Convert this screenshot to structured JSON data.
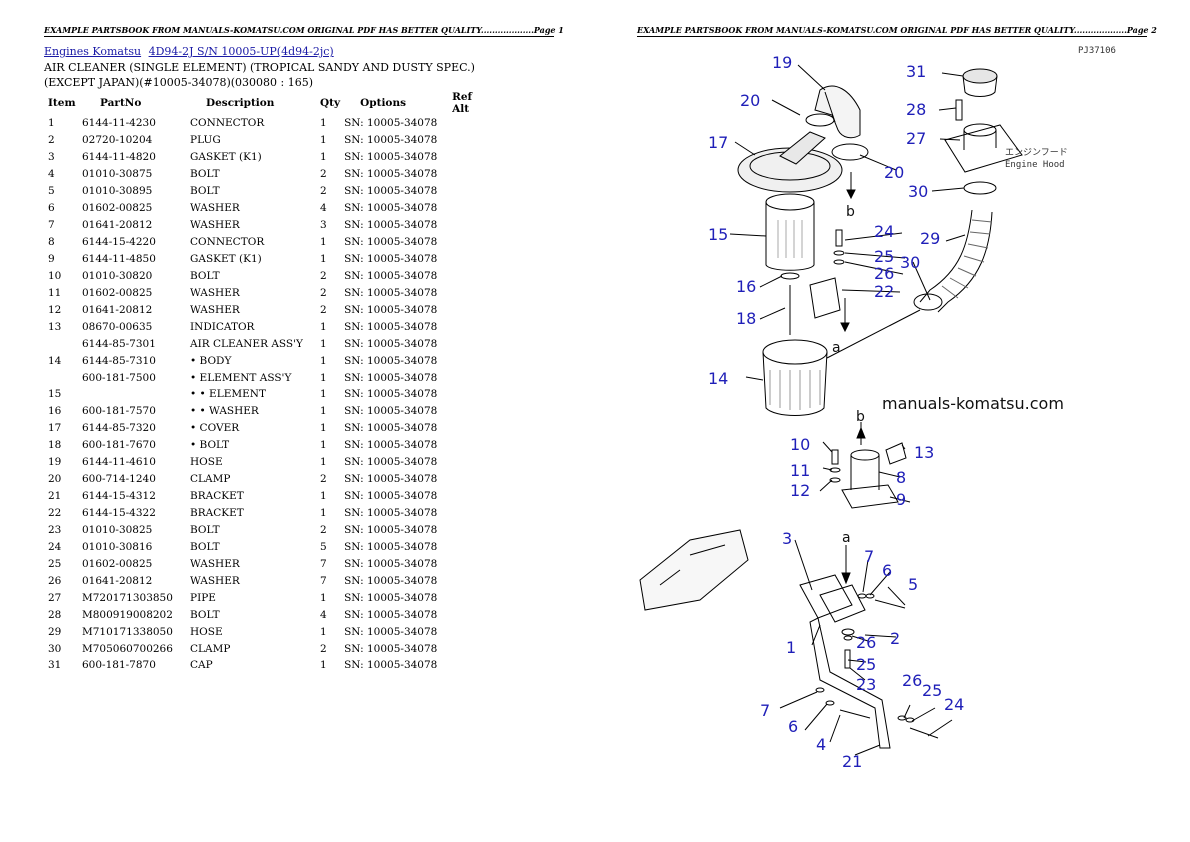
{
  "header": {
    "left_text": "EXAMPLE PARTSBOOK FROM MANUALS-KOMATSU.COM ORIGINAL PDF HAS BETTER QUALITY...................Page 1",
    "right_text": "EXAMPLE PARTSBOOK FROM MANUALS-KOMATSU.COM ORIGINAL PDF HAS BETTER QUALITY...................Page 2"
  },
  "breadcrumb": {
    "link1": "Engines Komatsu",
    "link2": "4D94-2J S/N 10005-UP(4d94-2jc)"
  },
  "title": "AIR CLEANER (SINGLE ELEMENT) (TROPICAL SANDY AND DUSTY SPEC.) (EXCEPT JAPAN)(#10005-34078)(030080 : 165)",
  "table": {
    "headers": [
      "Item",
      "PartNo",
      "Description",
      "Qty",
      "Options",
      "Ref Alt"
    ],
    "rows": [
      [
        "1",
        "6144-11-4230",
        "CONNECTOR",
        "1",
        "SN: 10005-34078",
        ""
      ],
      [
        "2",
        "02720-10204",
        "PLUG",
        "1",
        "SN: 10005-34078",
        ""
      ],
      [
        "3",
        "6144-11-4820",
        "GASKET (K1)",
        "1",
        "SN: 10005-34078",
        ""
      ],
      [
        "4",
        "01010-30875",
        "BOLT",
        "2",
        "SN: 10005-34078",
        ""
      ],
      [
        "5",
        "01010-30895",
        "BOLT",
        "2",
        "SN: 10005-34078",
        ""
      ],
      [
        "6",
        "01602-00825",
        "WASHER",
        "4",
        "SN: 10005-34078",
        ""
      ],
      [
        "7",
        "01641-20812",
        "WASHER",
        "3",
        "SN: 10005-34078",
        ""
      ],
      [
        "8",
        "6144-15-4220",
        "CONNECTOR",
        "1",
        "SN: 10005-34078",
        ""
      ],
      [
        "9",
        "6144-11-4850",
        "GASKET (K1)",
        "1",
        "SN: 10005-34078",
        ""
      ],
      [
        "10",
        "01010-30820",
        "BOLT",
        "2",
        "SN: 10005-34078",
        ""
      ],
      [
        "11",
        "01602-00825",
        "WASHER",
        "2",
        "SN: 10005-34078",
        ""
      ],
      [
        "12",
        "01641-20812",
        "WASHER",
        "2",
        "SN: 10005-34078",
        ""
      ],
      [
        "13",
        "08670-00635",
        "INDICATOR",
        "1",
        "SN: 10005-34078",
        ""
      ],
      [
        "",
        "6144-85-7301",
        "AIR CLEANER ASS'Y",
        "1",
        "SN: 10005-34078",
        ""
      ],
      [
        "14",
        "6144-85-7310",
        "• BODY",
        "1",
        "SN: 10005-34078",
        ""
      ],
      [
        "",
        "600-181-7500",
        "• ELEMENT ASS'Y",
        "1",
        "SN: 10005-34078",
        ""
      ],
      [
        "15",
        "",
        "• • ELEMENT",
        "1",
        "SN: 10005-34078",
        ""
      ],
      [
        "16",
        "600-181-7570",
        "• • WASHER",
        "1",
        "SN: 10005-34078",
        ""
      ],
      [
        "17",
        "6144-85-7320",
        "• COVER",
        "1",
        "SN: 10005-34078",
        ""
      ],
      [
        "18",
        "600-181-7670",
        "• BOLT",
        "1",
        "SN: 10005-34078",
        ""
      ],
      [
        "19",
        "6144-11-4610",
        "HOSE",
        "1",
        "SN: 10005-34078",
        ""
      ],
      [
        "20",
        "600-714-1240",
        "CLAMP",
        "2",
        "SN: 10005-34078",
        ""
      ],
      [
        "21",
        "6144-15-4312",
        "BRACKET",
        "1",
        "SN: 10005-34078",
        ""
      ],
      [
        "22",
        "6144-15-4322",
        "BRACKET",
        "1",
        "SN: 10005-34078",
        ""
      ],
      [
        "23",
        "01010-30825",
        "BOLT",
        "2",
        "SN: 10005-34078",
        ""
      ],
      [
        "24",
        "01010-30816",
        "BOLT",
        "5",
        "SN: 10005-34078",
        ""
      ],
      [
        "25",
        "01602-00825",
        "WASHER",
        "7",
        "SN: 10005-34078",
        ""
      ],
      [
        "26",
        "01641-20812",
        "WASHER",
        "7",
        "SN: 10005-34078",
        ""
      ],
      [
        "27",
        "M720171303850",
        "PIPE",
        "1",
        "SN: 10005-34078",
        ""
      ],
      [
        "28",
        "M800919008202",
        "BOLT",
        "4",
        "SN: 10005-34078",
        ""
      ],
      [
        "29",
        "M710171338050",
        "HOSE",
        "1",
        "SN: 10005-34078",
        ""
      ],
      [
        "30",
        "M705060700266",
        "CLAMP",
        "2",
        "SN: 10005-34078",
        ""
      ],
      [
        "31",
        "600-181-7870",
        "CAP",
        "1",
        "SN: 10005-34078",
        ""
      ]
    ]
  },
  "diagram": {
    "code": "PJ37106",
    "watermark": "manuals-komatsu.com",
    "hood_label_jp": "エンジンフード",
    "hood_label_en": "Engine Hood",
    "letters": {
      "a": "a",
      "b": "b"
    },
    "callouts": {
      "n1": "1",
      "n2": "2",
      "n3": "3",
      "n4": "4",
      "n5": "5",
      "n6": "6",
      "n6b": "6",
      "n7": "7",
      "n7b": "7",
      "n8": "8",
      "n9": "9",
      "n10": "10",
      "n11": "11",
      "n12": "12",
      "n13": "13",
      "n14": "14",
      "n15": "15",
      "n16": "16",
      "n17": "17",
      "n18": "18",
      "n19": "19",
      "n20": "20",
      "n20b": "20",
      "n21": "21",
      "n22": "22",
      "n23": "23",
      "n24": "24",
      "n24b": "24",
      "n25": "25",
      "n25b": "25",
      "n25c": "25",
      "n26": "26",
      "n26b": "26",
      "n26c": "26",
      "n27": "27",
      "n28": "28",
      "n29": "29",
      "n30": "30",
      "n30b": "30",
      "n31": "31"
    }
  }
}
